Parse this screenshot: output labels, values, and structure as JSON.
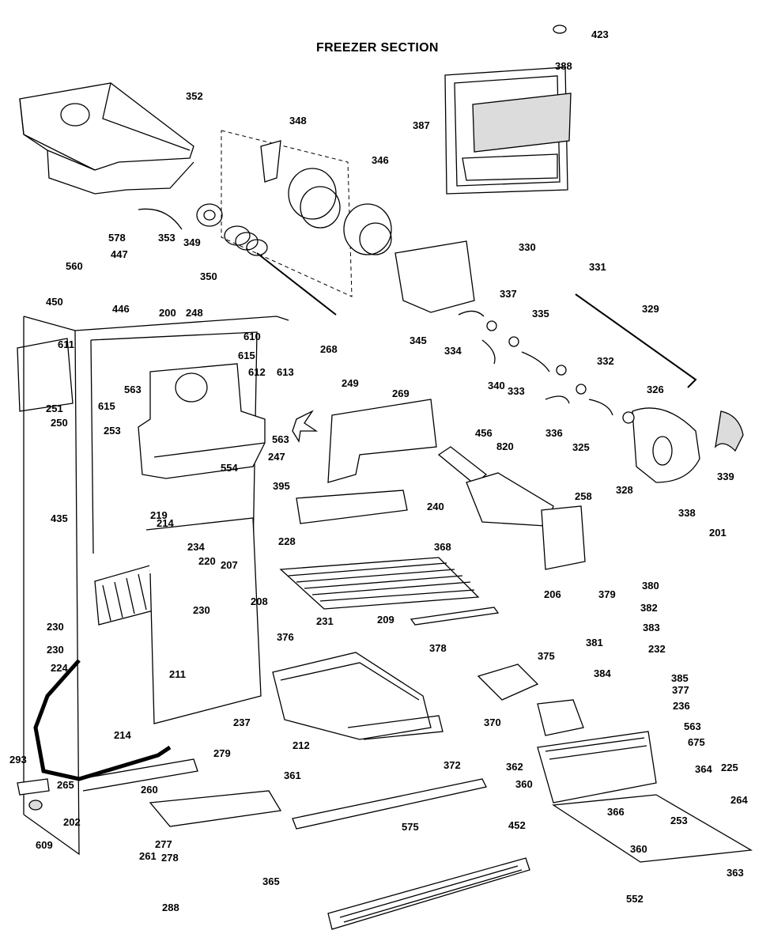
{
  "title": "FREEZER SECTION",
  "callouts": [
    "423",
    "388",
    "387",
    "352",
    "348",
    "346",
    "353",
    "349",
    "350",
    "578",
    "447",
    "560",
    "450",
    "446",
    "330",
    "331",
    "329",
    "345",
    "337",
    "335",
    "334",
    "340",
    "333",
    "326",
    "336",
    "332",
    "325",
    "328",
    "339",
    "338",
    "201",
    "200",
    "248",
    "610",
    "615",
    "612",
    "613",
    "249",
    "268",
    "611",
    "615",
    "563",
    "251",
    "456",
    "250",
    "253",
    "247",
    "554",
    "395",
    "563",
    "269",
    "820",
    "258",
    "240",
    "435",
    "219",
    "214",
    "228",
    "234",
    "220",
    "207",
    "208",
    "368",
    "206",
    "231",
    "209",
    "378",
    "379",
    "380",
    "382",
    "383",
    "381",
    "232",
    "230",
    "230",
    "224",
    "230",
    "211",
    "376",
    "375",
    "384",
    "385",
    "377",
    "236",
    "237",
    "212",
    "372",
    "370",
    "362",
    "563",
    "675",
    "364",
    "225",
    "214",
    "279",
    "293",
    "265",
    "202",
    "260",
    "361",
    "360",
    "264",
    "609",
    "277",
    "575",
    "366",
    "253",
    "452",
    "261",
    "278",
    "365",
    "360",
    "363",
    "552",
    "288"
  ]
}
